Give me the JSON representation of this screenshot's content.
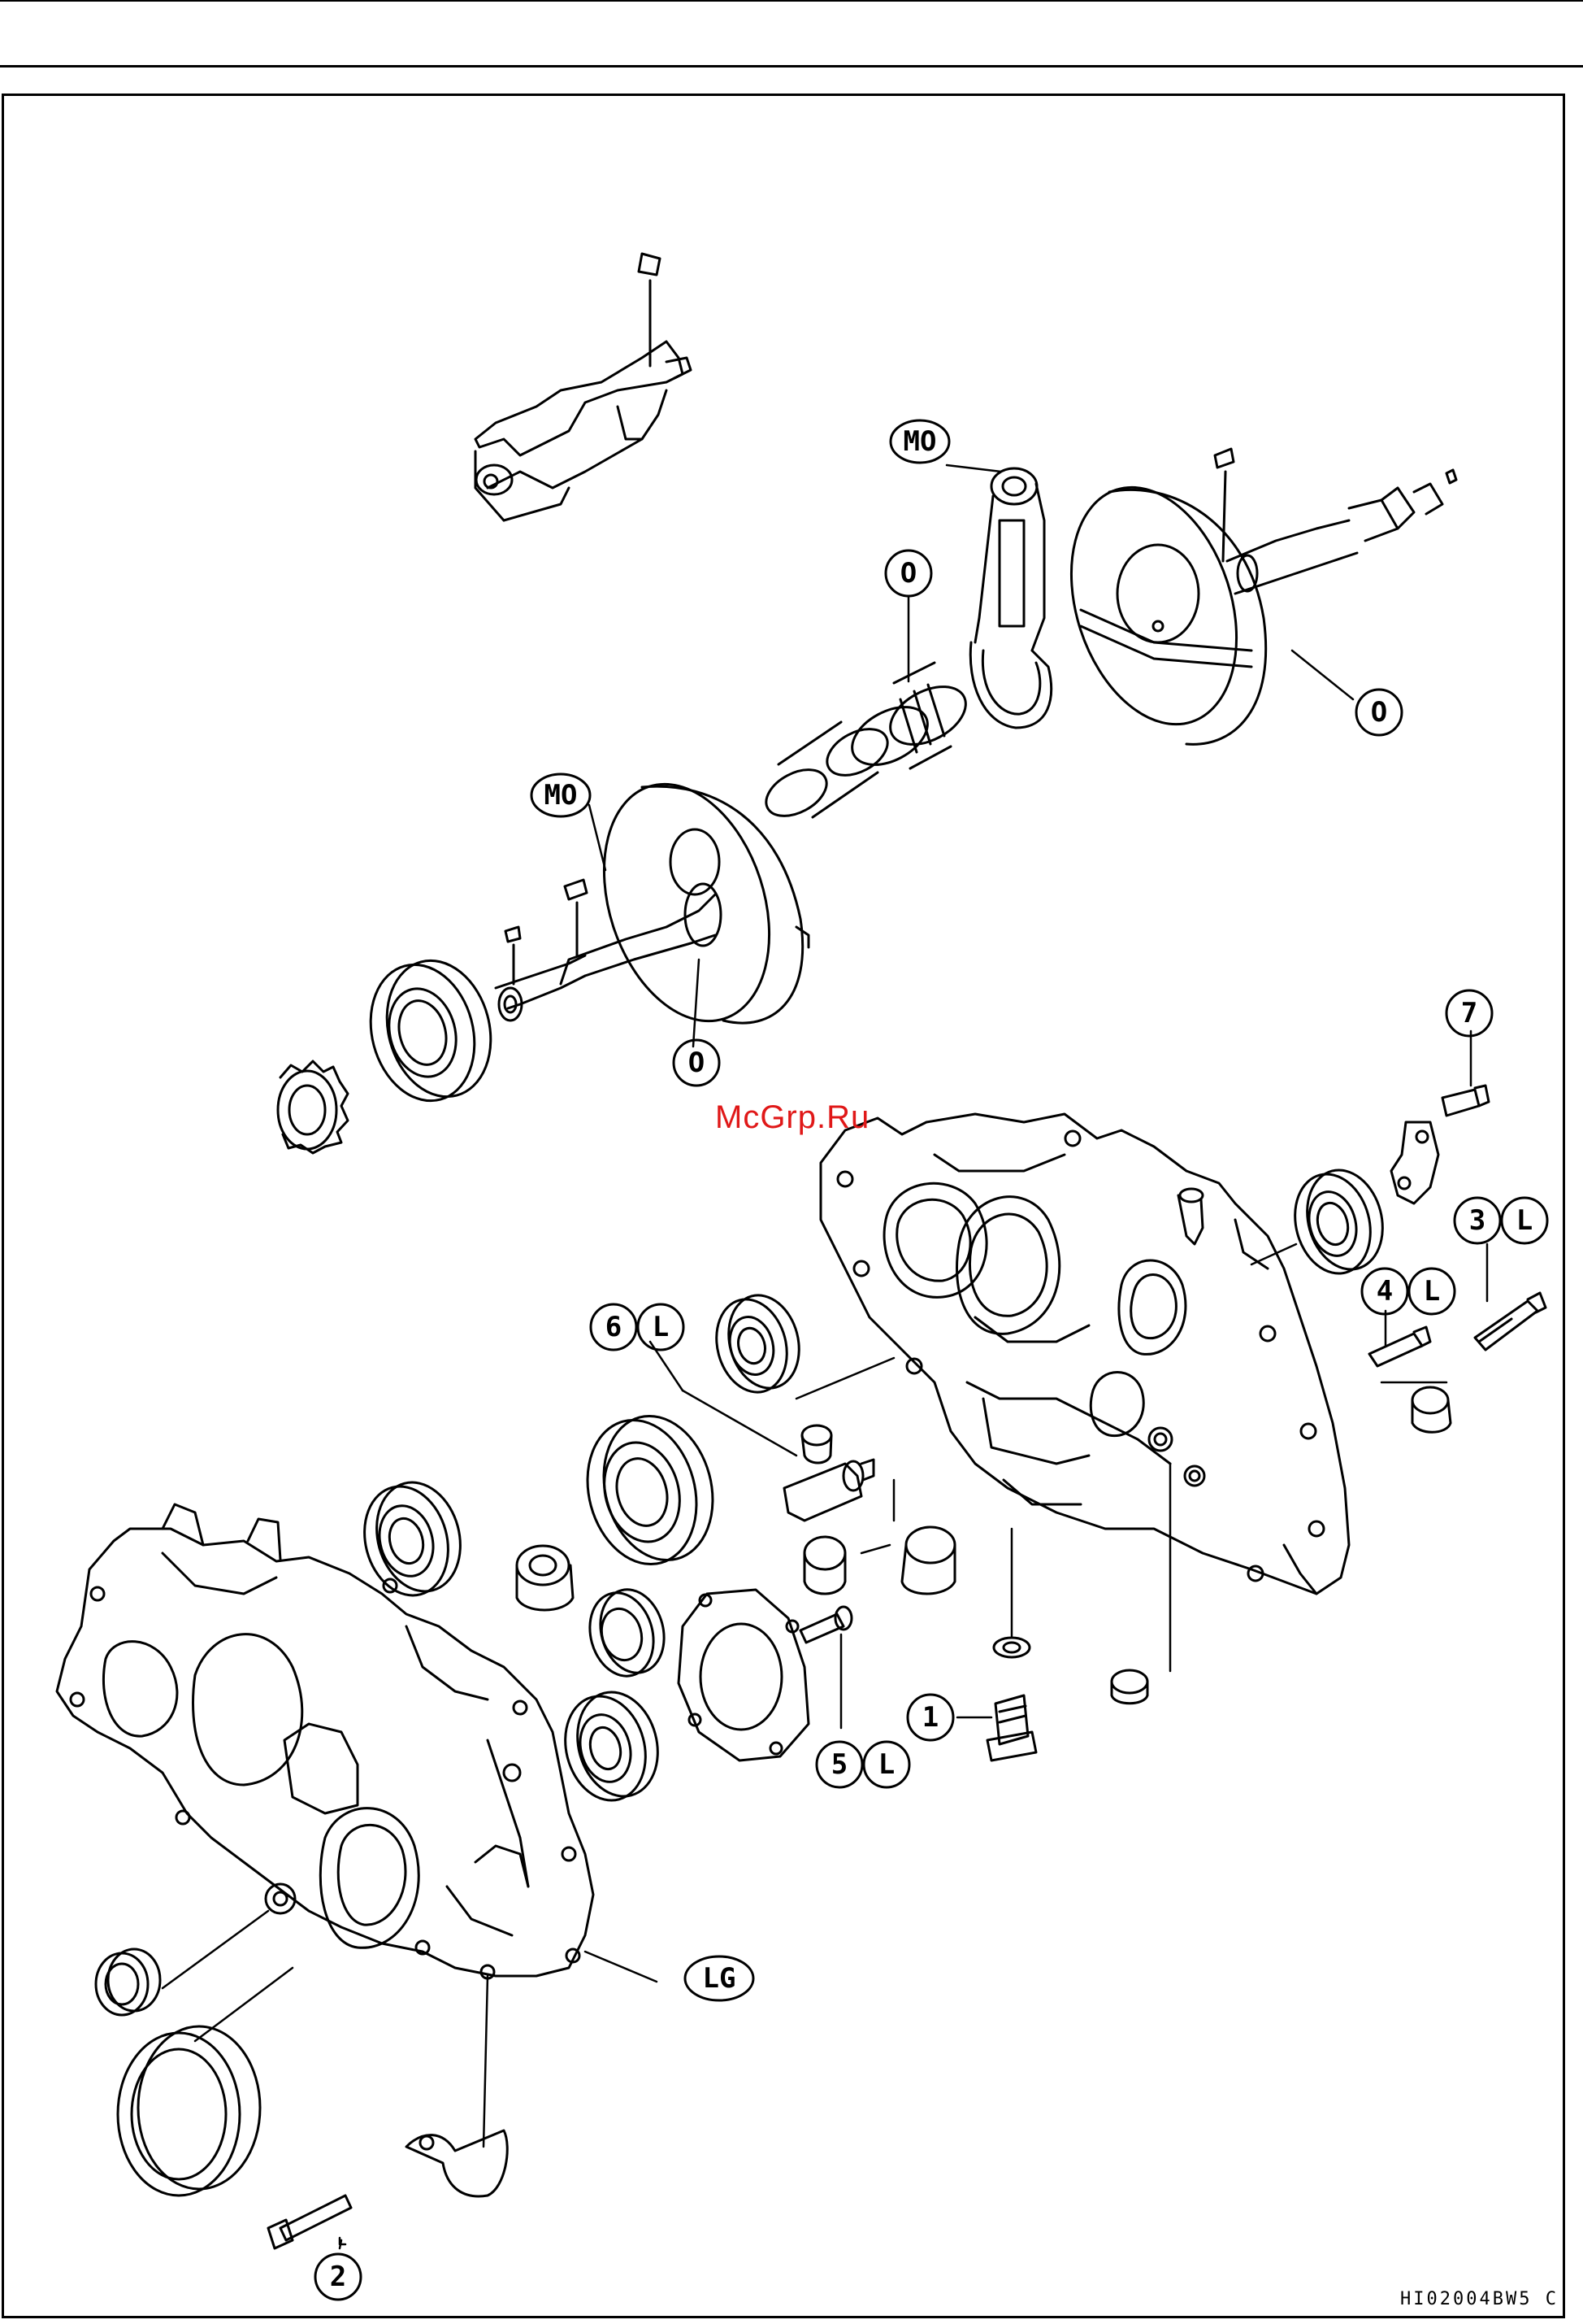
{
  "watermark": "McGrp.Ru",
  "figure_code": "HI02004BW5 C",
  "callouts": {
    "mo_upper": "MO",
    "mo_lower": "MO",
    "o_bearing": "O",
    "o_right_flywheel": "O",
    "o_left_flywheel": "O",
    "n7": "7",
    "n3": "3",
    "l3": "L",
    "n4": "4",
    "l4": "L",
    "n6": "6",
    "l6": "L",
    "n1": "1",
    "n5": "5",
    "l5": "L",
    "lg": "LG",
    "n2": "2"
  },
  "colors": {
    "line": "#000000",
    "watermark": "#e01818",
    "background": "#ffffff"
  }
}
